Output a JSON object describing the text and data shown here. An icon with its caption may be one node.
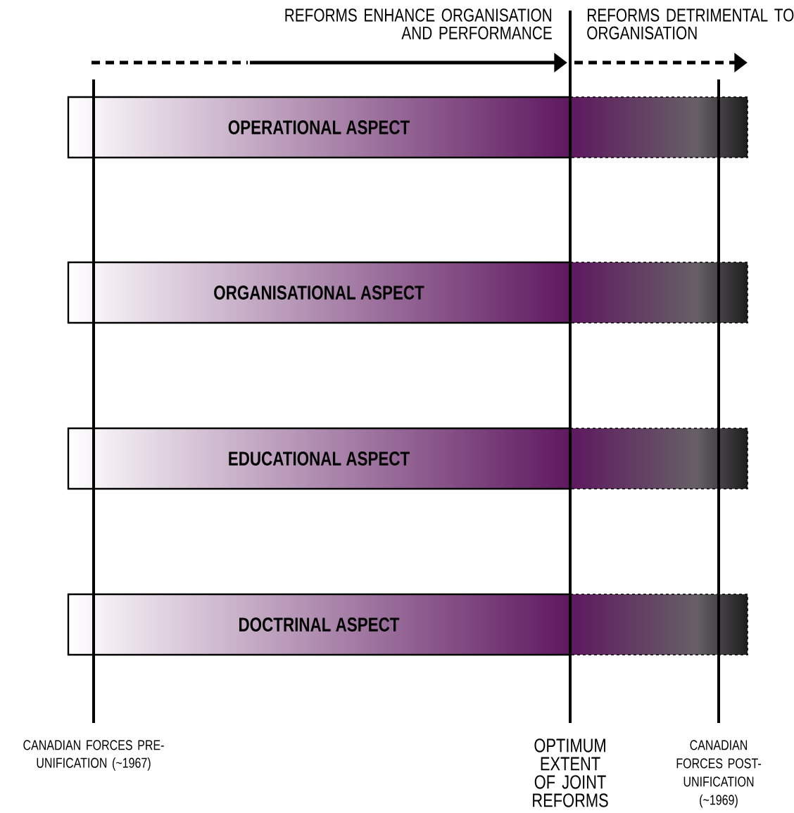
{
  "diagram": {
    "nodes": [
      {
        "text": [
          "OPERATIONAL ASPECT"
        ]
      },
      {
        "text": [
          "ORGANISATIONAL ASPECT"
        ]
      },
      {
        "text": [
          "EDUCATIONAL ASPECT"
        ]
      },
      {
        "text": [
          "DOCTRINAL ASPECT"
        ]
      }
    ],
    "labels": [
      "REFORMS ENHANCE ORGANISATION AND PERFORMANCE",
      "REFORMS DETRIMENTAL TO ORGANISATION",
      "CANADIAN FORCES PRE-UNIFICATION (~1967)",
      "OPTIMUM EXTENT OF JOINT REFORMS",
      "CANADIAN FORCES POST-UNIFICATION (~1969)"
    ]
  }
}
